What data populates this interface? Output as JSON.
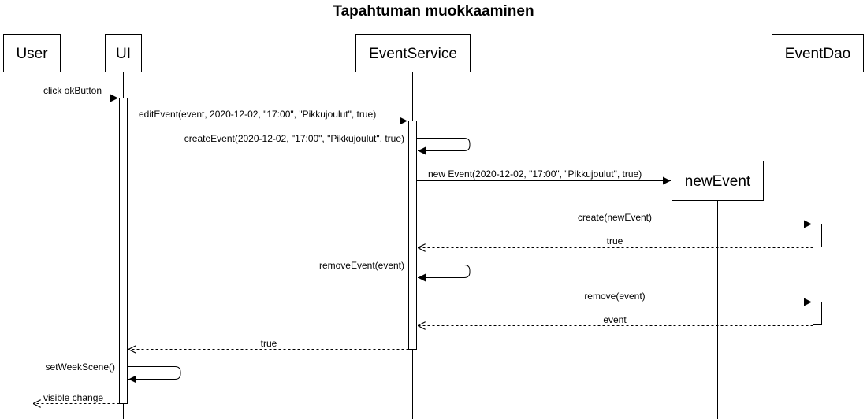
{
  "title": "Tapahtuman muokkaaminen",
  "participants": {
    "user": "User",
    "ui": "UI",
    "service": "EventService",
    "dao": "EventDao",
    "new_event": "newEvent"
  },
  "messages": {
    "m1": "click okButton",
    "m2": "editEvent(event, 2020-12-02, \"17:00\", \"Pikkujoulut\", true)",
    "m3": "createEvent(2020-12-02, \"17:00\", \"Pikkujoulut\", true)",
    "m4": "new Event(2020-12-02, \"17:00\", \"Pikkujoulut\", true)",
    "m5": "create(newEvent)",
    "m6": "true",
    "m7": "removeEvent(event)",
    "m8": "remove(event)",
    "m9": "event",
    "m10": "true",
    "m11": "setWeekScene()",
    "m12": "visible change"
  }
}
